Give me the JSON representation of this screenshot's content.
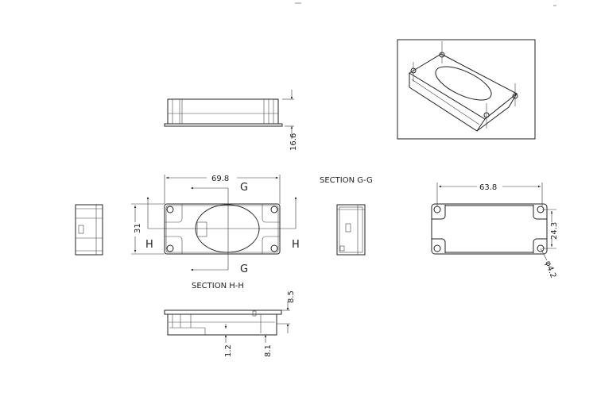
{
  "drawing": {
    "views": {
      "front": {
        "height_dim": "16.6"
      },
      "top": {
        "width_dim": "69.8",
        "height_dim": "31",
        "section_g_top": "G",
        "section_g_bottom": "G",
        "section_h_left": "H",
        "section_h_right": "H"
      },
      "section_hh": {
        "title": "SECTION H-H",
        "dim_top": "8.5",
        "dim_wall": "1.2",
        "dim_side": "8.1"
      },
      "section_gg": {
        "title": "SECTION G-G"
      },
      "bottom": {
        "width_dim": "63.8",
        "hole_spacing_dim": "24.3",
        "hole_dia": "φ4.2"
      }
    }
  }
}
